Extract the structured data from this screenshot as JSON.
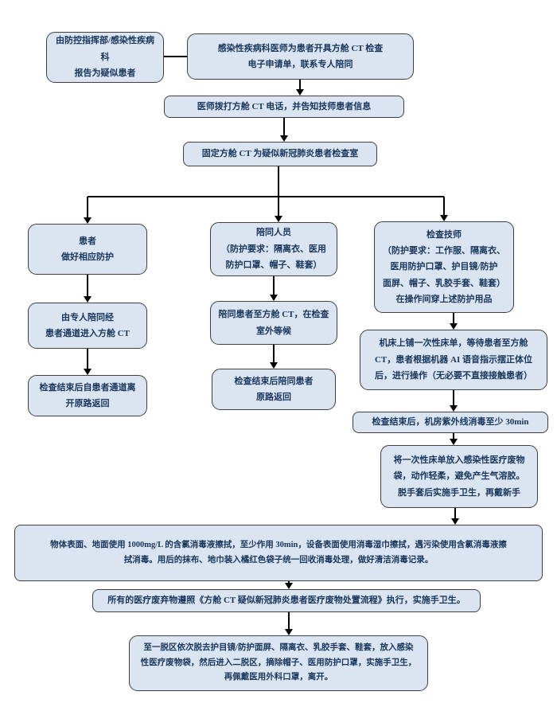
{
  "colors": {
    "node_fill": "#dbe5f1",
    "node_border": "#3f3f3f",
    "text_color": "#17365d",
    "line_color": "#000000"
  },
  "nodes": {
    "report": "由防控指挥部/感染性疾病科\n报告为疑似患者",
    "order": "感染性疾病科医师为患者开具方舱 CT 检查\n电子申请单，联系专人陪同",
    "call": "医师拨打方舱 CT 电话，并告知技师患者信息",
    "fix_room": "固定方舱 CT 为疑似新冠肺炎患者检查室",
    "patient": "患者\n做好相应防护",
    "patient_enter": "由专人陪同经\n患者通道进入方舱 CT",
    "patient_return": "检查结束后自患者通道离\n开原路返回",
    "escort": "陪同人员\n（防护要求：隔离衣、医用\n防护口罩、帽子、鞋套）",
    "escort_wait": "陪同患者至方舱 CT，在检查\n室外等候",
    "escort_return": "检查结束后陪同患者\n原路返回",
    "technician": "检查技师\n（防护要求：工作服、隔离衣、\n医用防护口罩、护目镜/防护\n面屏、帽子、乳胶手套、鞋套）\n在操作间穿上述防护用品",
    "tech_operate": "机床上铺一次性床单，等待患者至方舱\nCT，患者根据机器 AI 语音指示摆正体位\n后，进行操作（无必要不直接接触患者）",
    "uv_disinfect": "检查结束后，机房紫外线消毒至少 30min",
    "sheet_disposal": "将一次性床单放入感染性医疗废物\n袋，动作轻柔，避免产生气溶胶。\n脱手套后实施手卫生，再戴新手",
    "surface_disinfect": "物体表面、地面使用 1000mg/L 的含氯消毒液擦拭，至少作用 30min，设备表面使用消毒湿巾擦拭，遇污染使用含氯消毒液擦\n拭消毒。用后的抹布、地巾装入橘红色袋子统一回收消毒处理，做好清洁消毒记录。",
    "medical_waste": "所有的医疗废弃物遵照《方舱 CT 疑似新冠肺炎患者医疗废物处置流程》执行，实施手卫生。",
    "doffing": "至一脱区依次脱去护目镜/防护面屏、隔离衣、乳胶手套、鞋套，放入感染\n性医疗废物袋，然后进入二脱区，摘除帽子、医用防护口罩，实施手卫生，\n再佩戴医用外科口罩，离开。"
  }
}
